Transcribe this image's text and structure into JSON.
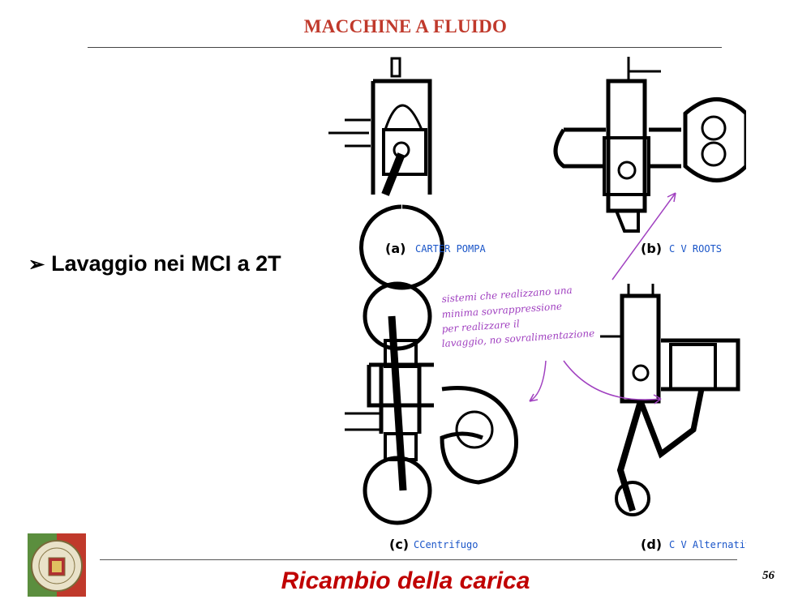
{
  "header": {
    "title": "MACCHINE A FLUIDO"
  },
  "bullet": {
    "symbol": "➢",
    "text": "Lavaggio nei MCI a 2T"
  },
  "figures": {
    "a": {
      "letter": "(a)",
      "note": "CARTER POMPA"
    },
    "b": {
      "letter": "(b)",
      "note": "C V  ROOTS"
    },
    "c": {
      "letter": "(c)",
      "note": "CCentrifugo"
    },
    "d": {
      "letter": "(d)",
      "note": "C V  Alternativo"
    }
  },
  "annotation": {
    "lines": [
      "sistemi che realizzano una",
      "minima sovrappressione",
      "per realizzare il",
      "lavaggio, no sovralimentazione"
    ]
  },
  "footer": {
    "title": "Ricambio della carica",
    "page_number": "56"
  },
  "logo": {
    "name": "university-seal-icon"
  },
  "colors": {
    "title": "#c0392b",
    "footer": "#c00000",
    "note_blue": "#1a55c8",
    "note_purple": "#a040c0"
  }
}
